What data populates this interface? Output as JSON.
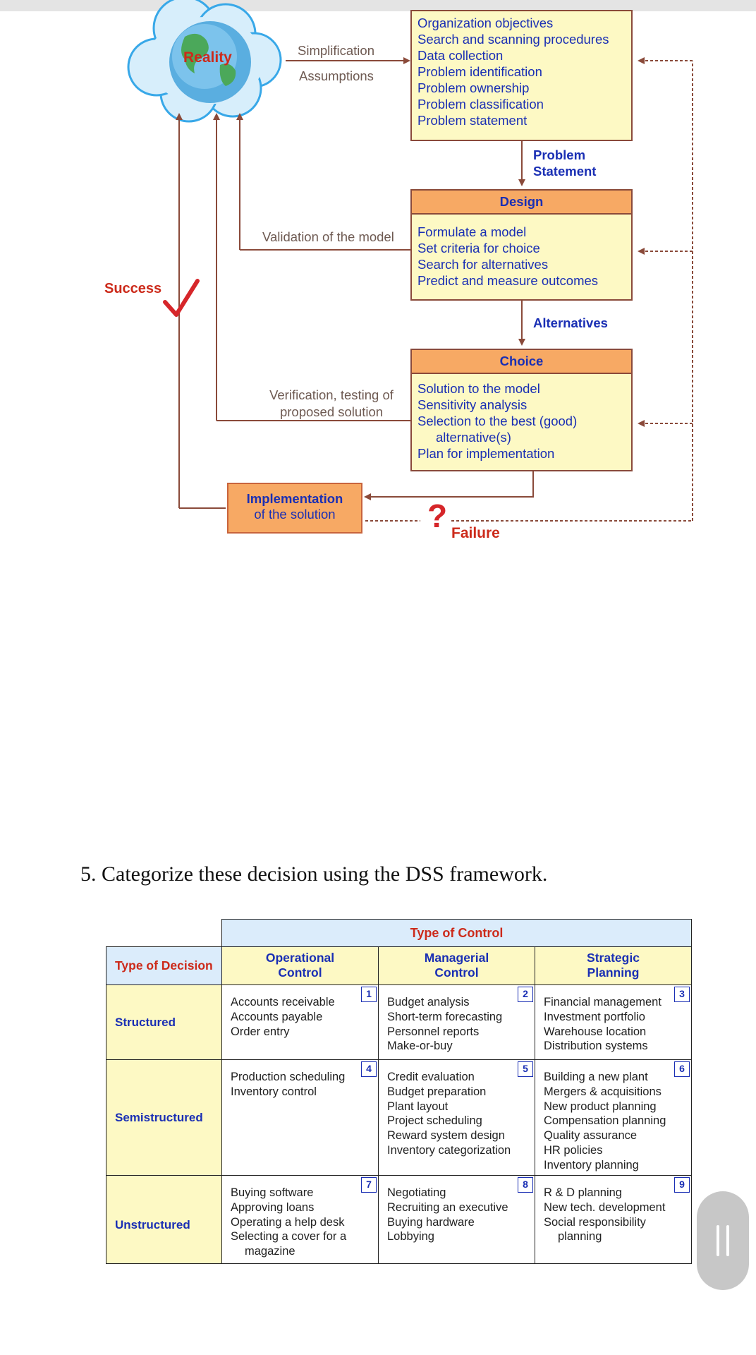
{
  "diagram": {
    "reality_label": "Reality",
    "reality_arrow_labels": [
      "Simplification",
      "Assumptions"
    ],
    "intelligence_items": [
      "Organization objectives",
      "Search and scanning procedures",
      "Data collection",
      "Problem identification",
      "Problem ownership",
      "Problem classification",
      "Problem statement"
    ],
    "problem_statement_label": [
      "Problem",
      "Statement"
    ],
    "design": {
      "title": "Design",
      "items": [
        "Formulate a model",
        "Set criteria for choice",
        "Search for alternatives",
        "Predict and measure outcomes"
      ],
      "side_label": "Validation of the model"
    },
    "alternatives_label": "Alternatives",
    "choice": {
      "title": "Choice",
      "items": [
        "Solution to the model",
        "Sensitivity analysis",
        "Selection to the best (good)",
        "alternative(s)",
        "Plan for implementation"
      ],
      "side_label": [
        "Verification, testing of",
        "proposed solution"
      ]
    },
    "implementation": [
      "Implementation",
      "of the solution"
    ],
    "success_label": "Success",
    "failure_label": "Failure",
    "colors": {
      "brown_line": "#8a4a3a",
      "blue_text": "#1a2fb4",
      "red_text": "#cc2a1a",
      "box_yellow": "#fdf9c4",
      "box_orange": "#f7a964"
    }
  },
  "question": "5. Categorize these decision using the DSS framework.",
  "table": {
    "title": "Type of Control",
    "corner_label": "Type of Decision",
    "columns": [
      [
        "Operational",
        "Control"
      ],
      [
        "Managerial",
        "Control"
      ],
      [
        "Strategic",
        "Planning"
      ]
    ],
    "rows": [
      {
        "label": "Structured",
        "cells": [
          {
            "num": "1",
            "items": [
              "Accounts receivable",
              "Accounts payable",
              "Order entry"
            ]
          },
          {
            "num": "2",
            "items": [
              "Budget analysis",
              "Short-term forecasting",
              "Personnel reports",
              "Make-or-buy"
            ]
          },
          {
            "num": "3",
            "items": [
              "Financial management",
              "Investment portfolio",
              "Warehouse location",
              "Distribution systems"
            ]
          }
        ]
      },
      {
        "label": "Semistructured",
        "cells": [
          {
            "num": "4",
            "items": [
              "Production scheduling",
              "Inventory control"
            ]
          },
          {
            "num": "5",
            "items": [
              "Credit evaluation",
              "Budget preparation",
              "Plant layout",
              "Project scheduling",
              "Reward system design",
              "Inventory categorization"
            ]
          },
          {
            "num": "6",
            "items": [
              "Building a new plant",
              "Mergers & acquisitions",
              "New product planning",
              "Compensation planning",
              "Quality assurance",
              "HR policies",
              "Inventory planning"
            ]
          }
        ]
      },
      {
        "label": "Unstructured",
        "cells": [
          {
            "num": "7",
            "items": [
              "Buying software",
              "Approving loans",
              "Operating a help desk",
              "Selecting a cover for a",
              "magazine"
            ]
          },
          {
            "num": "8",
            "items": [
              "Negotiating",
              "Recruiting an executive",
              "Buying hardware",
              "Lobbying"
            ]
          },
          {
            "num": "9",
            "items": [
              "R & D planning",
              "New tech. development",
              "Social responsibility",
              "planning"
            ]
          }
        ]
      }
    ]
  },
  "scroll_handle_icon": "drag-handle-icon"
}
